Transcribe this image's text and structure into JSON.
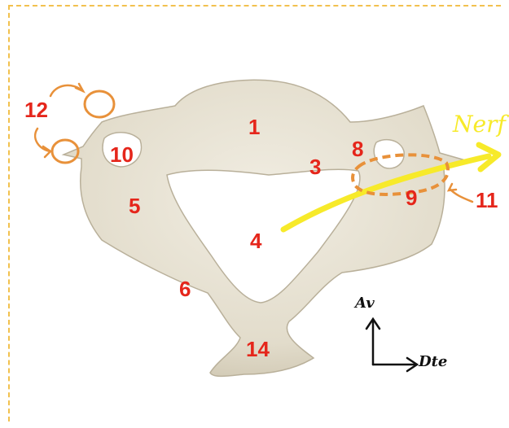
{
  "labels": {
    "l1": "1",
    "l3": "3",
    "l4": "4",
    "l5": "5",
    "l6": "6",
    "l8": "8",
    "l9": "9",
    "l10": "10",
    "l11": "11",
    "l12": "12",
    "l14": "14"
  },
  "annotations": {
    "nerve": "Nerf",
    "anterior": "Av",
    "right": "Dte"
  },
  "colors": {
    "label_red": "#e5261b",
    "bone": "#e9e4d6",
    "bone_shadow": "#c9c2ae",
    "nerve_yellow": "#f7ea2a",
    "orange_marker": "#e8913a",
    "dashed_border": "#f2c14e"
  }
}
